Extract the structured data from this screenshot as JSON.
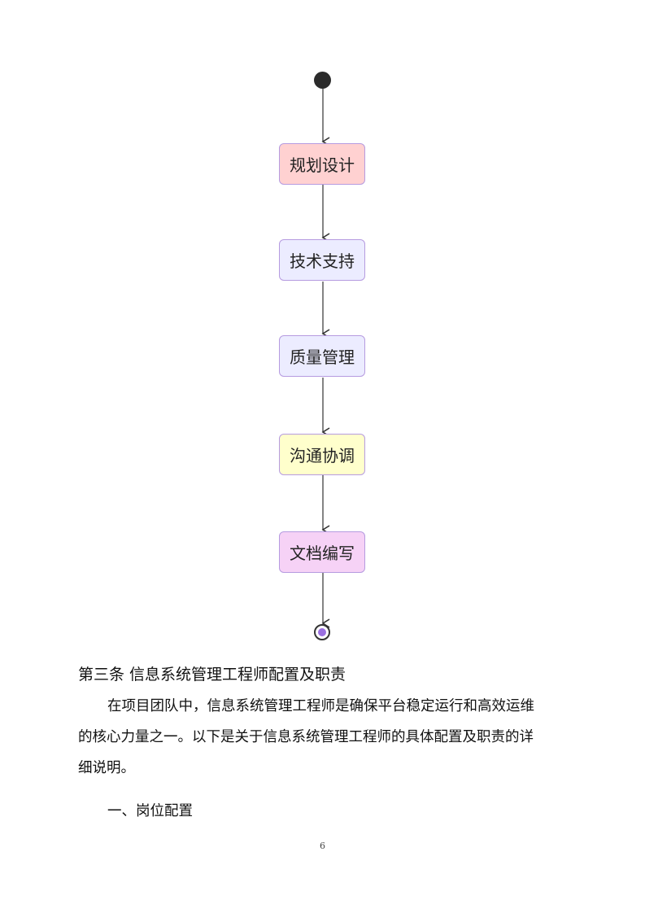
{
  "flowchart": {
    "type": "activity-diagram",
    "start": "start-node",
    "nodes": [
      {
        "label": "规划设计",
        "fill": "#ffd1d1"
      },
      {
        "label": "技术支持",
        "fill": "#ececff"
      },
      {
        "label": "质量管理",
        "fill": "#ececff"
      },
      {
        "label": "沟通协调",
        "fill": "#ffffcc"
      },
      {
        "label": "文档编写",
        "fill": "#f6d2f6"
      }
    ],
    "end": "end-node",
    "colors": {
      "border": "#b69be0",
      "start": "#2b2b2b",
      "end_inner": "#9a6fe0",
      "arrow": "#333333"
    }
  },
  "document": {
    "heading": "第三条  信息系统管理工程师配置及职责",
    "paragraph_lines": [
      "在项目团队中，信息系统管理工程师是确保平台稳定运行和高效运维",
      "的核心力量之一。以下是关于信息系统管理工程师的具体配置及职责的详",
      "细说明。"
    ],
    "subheading": "一、岗位配置",
    "page_number": "6"
  }
}
